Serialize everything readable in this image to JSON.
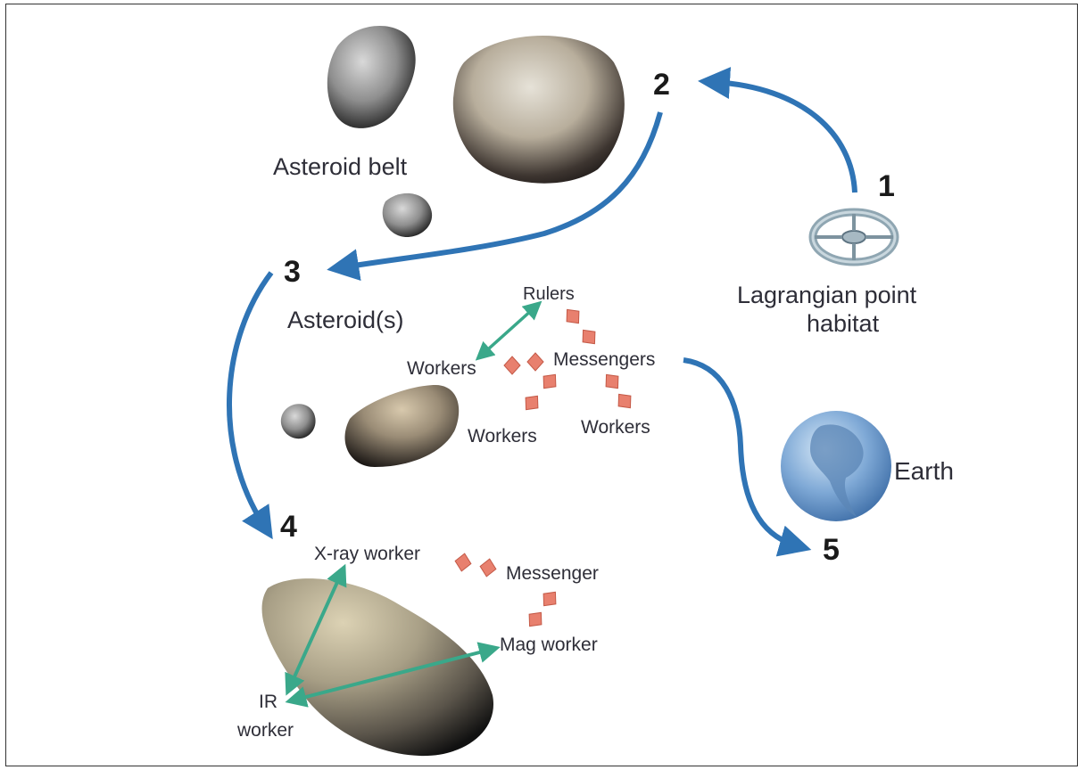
{
  "steps": [
    "1",
    "2",
    "3",
    "4",
    "5"
  ],
  "labels": {
    "asteroid_belt": "Asteroid belt",
    "asteroids": "Asteroid(s)",
    "lagrangian_line1": "Lagrangian point",
    "lagrangian_line2": "habitat",
    "earth": "Earth",
    "rulers": "Rulers",
    "messengers": "Messengers",
    "workers_left": "Workers",
    "workers_bottom_left": "Workers",
    "workers_bottom_right": "Workers",
    "xray_worker": "X-ray worker",
    "messenger": "Messenger",
    "mag_worker": "Mag worker",
    "ir_line1": "IR",
    "ir_line2": "worker"
  },
  "colors": {
    "flow_arrow": "#2f74b5",
    "link_arrow": "#3aa88a",
    "probe": "#e8806e",
    "text": "#2e2e38"
  },
  "icons": {
    "habitat": "torus-station-icon",
    "earth": "globe-icon",
    "probe": "diamond-probe-icon",
    "asteroid": "asteroid-rock-icon"
  }
}
